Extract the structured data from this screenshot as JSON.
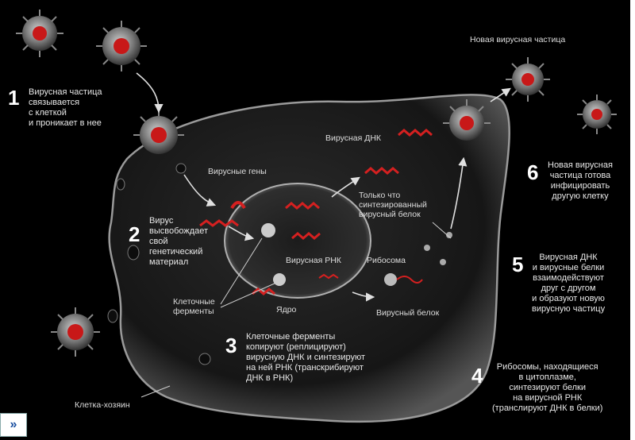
{
  "steps": [
    {
      "number": "1",
      "text": "Вирусная частица\nсвязывается\nс клеткой\nи  проникает в нее"
    },
    {
      "number": "2",
      "text": "Вирус\nвысвобождает\nсвой\nгенетический\nматериал"
    },
    {
      "number": "3",
      "text": "Клеточные ферменты\nкопируют (реплицируют)\nвирусную ДНК и синтезируют\nна ней РНК (транскрибируют\nДНК в РНК)"
    },
    {
      "number": "4",
      "text": "Рибосомы, находящиеся\nв  цитоплазме,\nсинтезируют белки\nна вирусной РНК\n(транслируют ДНК в белки)"
    },
    {
      "number": "5",
      "text": "Вирусная ДНК\nи  вирусные белки\nвзаимодействуют\nдруг с другом\nи  образуют новую\nвирусную частицу"
    },
    {
      "number": "6",
      "text": "Новая вирусная\nчастица готова\nинфицировать\nдругую клетку"
    }
  ],
  "labels": {
    "new_particle": "Новая вирусная частица",
    "viral_dna": "Вирусная ДНК",
    "viral_genes": "Вирусные гены",
    "new_protein": "Только что\nсинтезированный\nвирусный белок",
    "viral_rna": "Вирусная РНК",
    "ribosome": "Рибосома",
    "cell_enzymes": "Клеточные\nферменты",
    "nucleus": "Ядро",
    "viral_protein": "Вирусный белок",
    "host_cell": "Клетка-хозяин"
  },
  "nav_icon": "double-chevron-right-icon",
  "nav_glyph": "»",
  "colors": {
    "background": "#000000",
    "virus_red": "#d42020",
    "cell_gray": "#9a9a9a"
  }
}
